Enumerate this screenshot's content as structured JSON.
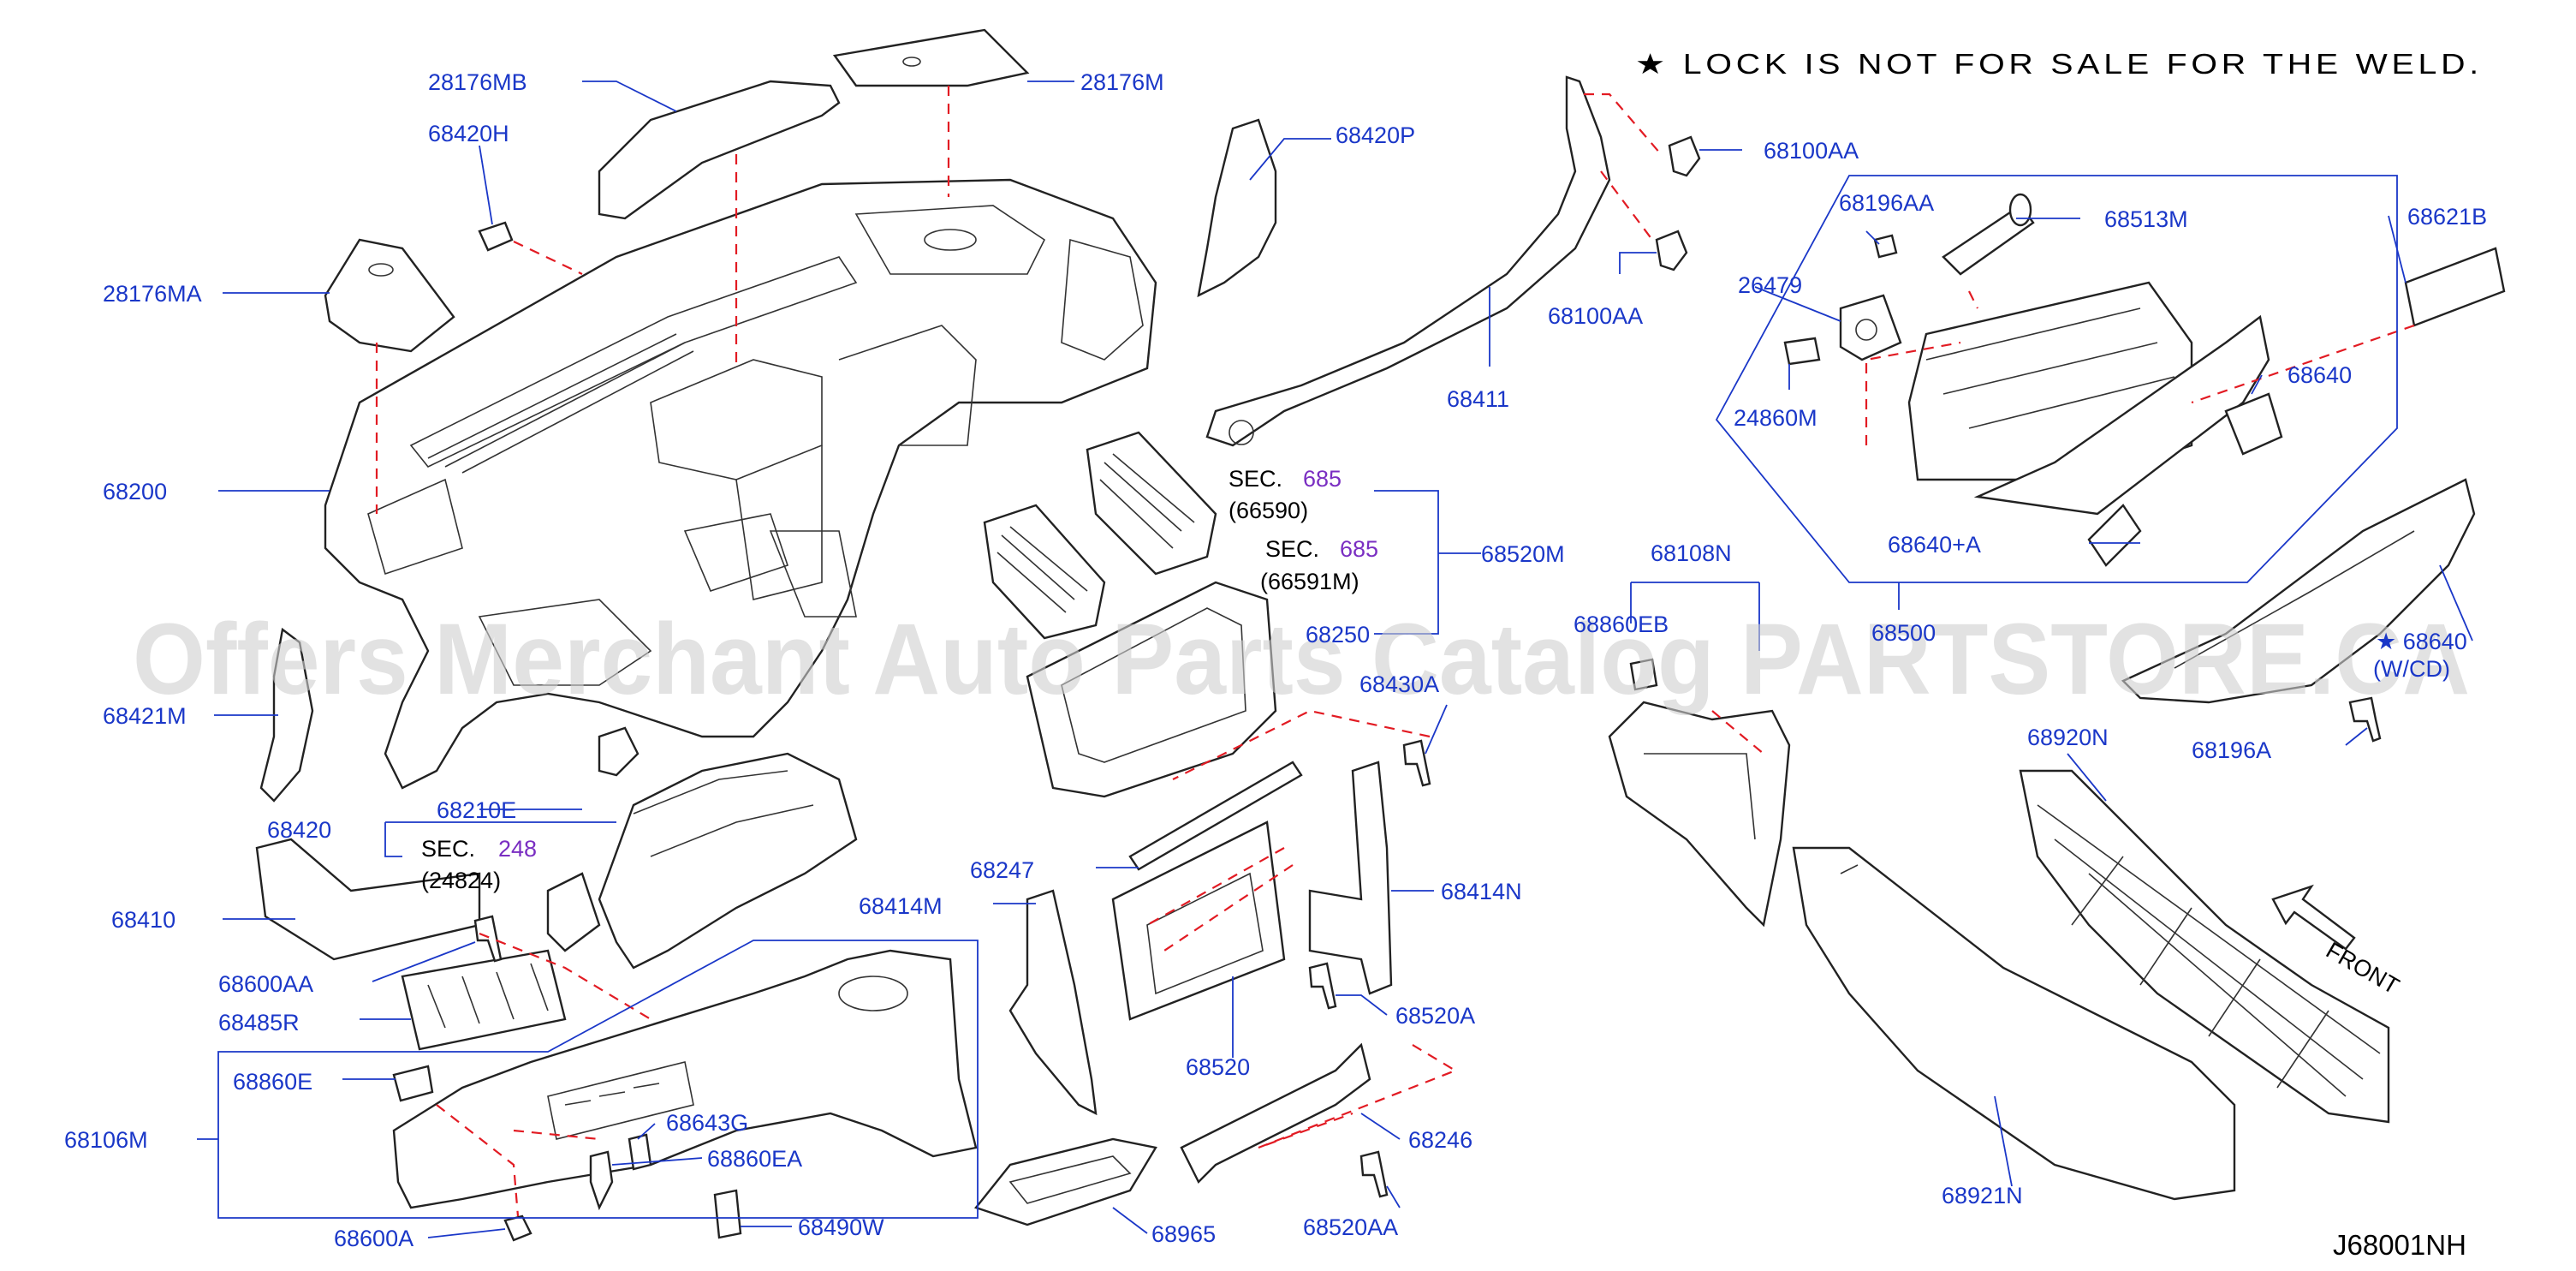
{
  "note": "★ LOCK IS NOT FOR SALE FOR THE WELD.",
  "diagram_code": "J68001NH",
  "watermark": "Offers Merchant Auto Parts Catalog PARTSTORE.CA",
  "front_label": "FRONT",
  "parts": {
    "p28176MB": "28176MB",
    "p28176M": "28176M",
    "p68420H": "68420H",
    "p68420P": "68420P",
    "p28176MA": "28176MA",
    "p68200": "68200",
    "p68421M": "68421M",
    "p68210E": "68210E",
    "p68420": "68420",
    "p68410": "68410",
    "p68600AA": "68600AA",
    "p68485R": "68485R",
    "p68860E": "68860E",
    "p68106M": "68106M",
    "p68643G": "68643G",
    "p68860EA": "68860EA",
    "p68600A": "68600A",
    "p68490W": "68490W",
    "p68965": "68965",
    "p68414M": "68414M",
    "p68247": "68247",
    "p68520": "68520",
    "p68520A": "68520A",
    "p68520AA": "68520AA",
    "p68246": "68246",
    "p68414N": "68414N",
    "p68250": "68250",
    "p68430A": "68430A",
    "p68520M": "68520M",
    "p68411": "68411",
    "p68100AA_top": "68100AA",
    "p68100AA_mid": "68100AA",
    "p68196AA": "68196AA",
    "p68513M": "68513M",
    "p68621B": "68621B",
    "p26479": "26479",
    "p24860M": "24860M",
    "p68640": "68640",
    "p68640A": "68640+A",
    "p68500": "68500",
    "p68108N": "68108N",
    "p68860EB": "68860EB",
    "p68640_star": "★ 68640",
    "p_wcd": "(W/CD)",
    "p68196A": "68196A",
    "p68920N": "68920N",
    "p68921N": "68921N"
  },
  "sections": {
    "s685a_word": "SEC.",
    "s685a_num": "685",
    "s685a_ref": "(66590)",
    "s685b_word": "SEC.",
    "s685b_num": "685",
    "s685b_ref": "(66591M)",
    "s248_word": "SEC.",
    "s248_num": "248",
    "s248_ref": "(24824)"
  },
  "colors": {
    "label": "#1a37c8",
    "section": "#7a2ec2",
    "dash": "#e21b23",
    "line": "#222222"
  }
}
